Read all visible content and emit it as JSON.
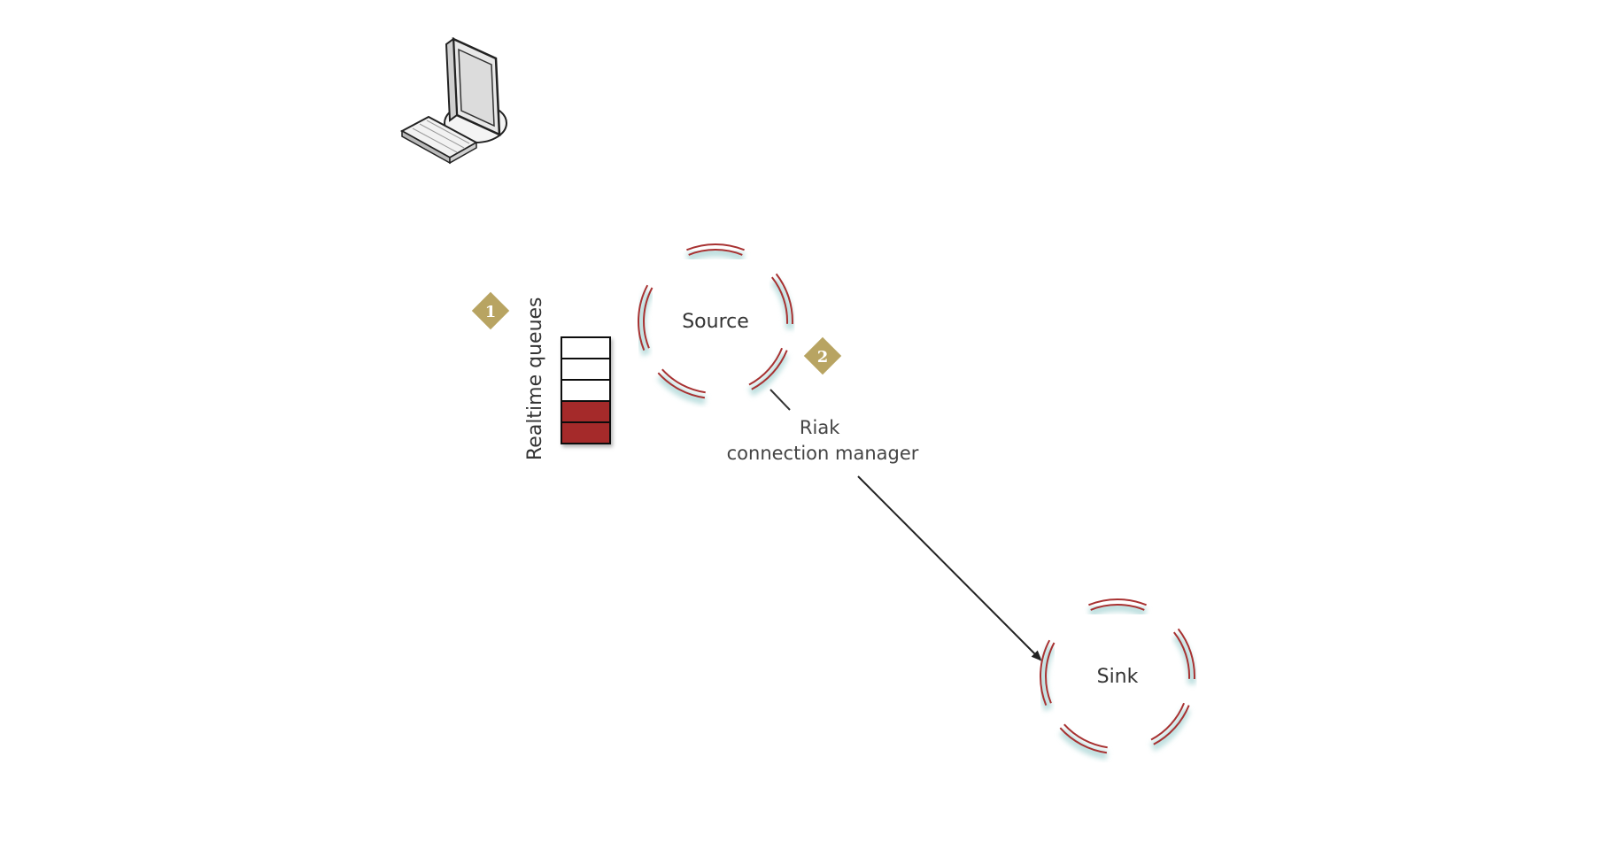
{
  "nodes": {
    "source": {
      "label": "Source"
    },
    "sink": {
      "label": "Sink"
    }
  },
  "queue": {
    "label": "Realtime queues",
    "slots": [
      "empty",
      "empty",
      "empty",
      "filled",
      "filled"
    ]
  },
  "connection": {
    "label_line1": "Riak",
    "label_line2": "connection manager"
  },
  "badges": {
    "step1": "1",
    "step2": "2"
  },
  "icons": {
    "workstation": "desktop-computer-icon"
  },
  "colors": {
    "ring": "#a83232",
    "ring_glow": "#bfe0e0",
    "queue_filled": "#a52a2a",
    "badge": "#b8a462",
    "arrow": "#222222"
  }
}
